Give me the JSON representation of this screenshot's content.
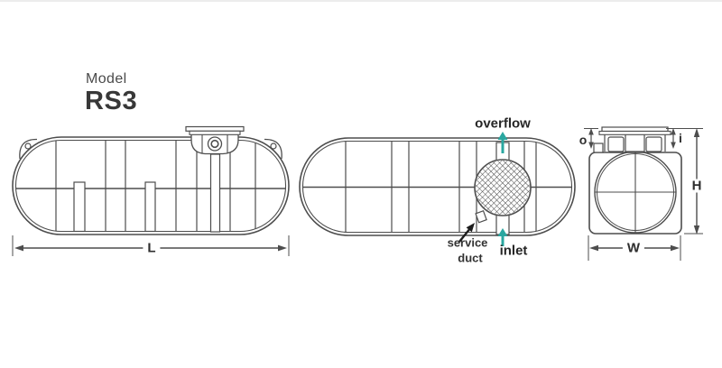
{
  "header": {
    "model_label": "Model",
    "model_number": "RS3"
  },
  "side_view": {
    "length_dim": "L"
  },
  "plan_view": {
    "overflow_label": "overflow",
    "inlet_label": "inlet",
    "service_duct_line1": "service",
    "service_duct_line2": "duct"
  },
  "end_view": {
    "o_dim": "o",
    "i_dim": "i",
    "height_dim": "H",
    "width_dim": "W"
  },
  "colors": {
    "line": "#4d4d4d",
    "label_text": "#2e2e2e",
    "flow_arrow_teal": "#2aa7a0",
    "top_rule": "#ececec"
  }
}
